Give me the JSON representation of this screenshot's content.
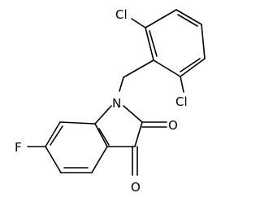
{
  "molecule": {
    "atoms": {
      "chlorine_top": "Cl",
      "chlorine_right": "Cl",
      "nitrogen": "N",
      "fluorine": "F",
      "oxygen_c2": "O",
      "oxygen_c3": "O"
    }
  }
}
